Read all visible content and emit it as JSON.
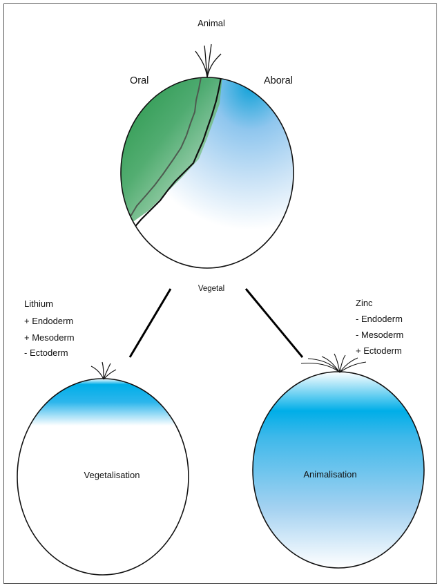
{
  "top_embryo": {
    "label_animal": "Animal",
    "label_oral": "Oral",
    "label_aboral": "Aboral",
    "label_vegetal": "Vegetal"
  },
  "left_treatment": {
    "agent": "Lithium",
    "effects": [
      "+ Endoderm",
      "+ Mesoderm",
      "-  Ectoderm"
    ],
    "result_label": "Vegetalisation"
  },
  "right_treatment": {
    "agent": "Zinc",
    "effects": [
      "- Endoderm",
      "- Mesoderm",
      "+ Ectoderm"
    ],
    "result_label": "Animalisation"
  },
  "colors": {
    "green": "#1a8c3c",
    "blue": "#00aee8",
    "light_blue": "#bcdcf4",
    "outline": "#111111"
  }
}
